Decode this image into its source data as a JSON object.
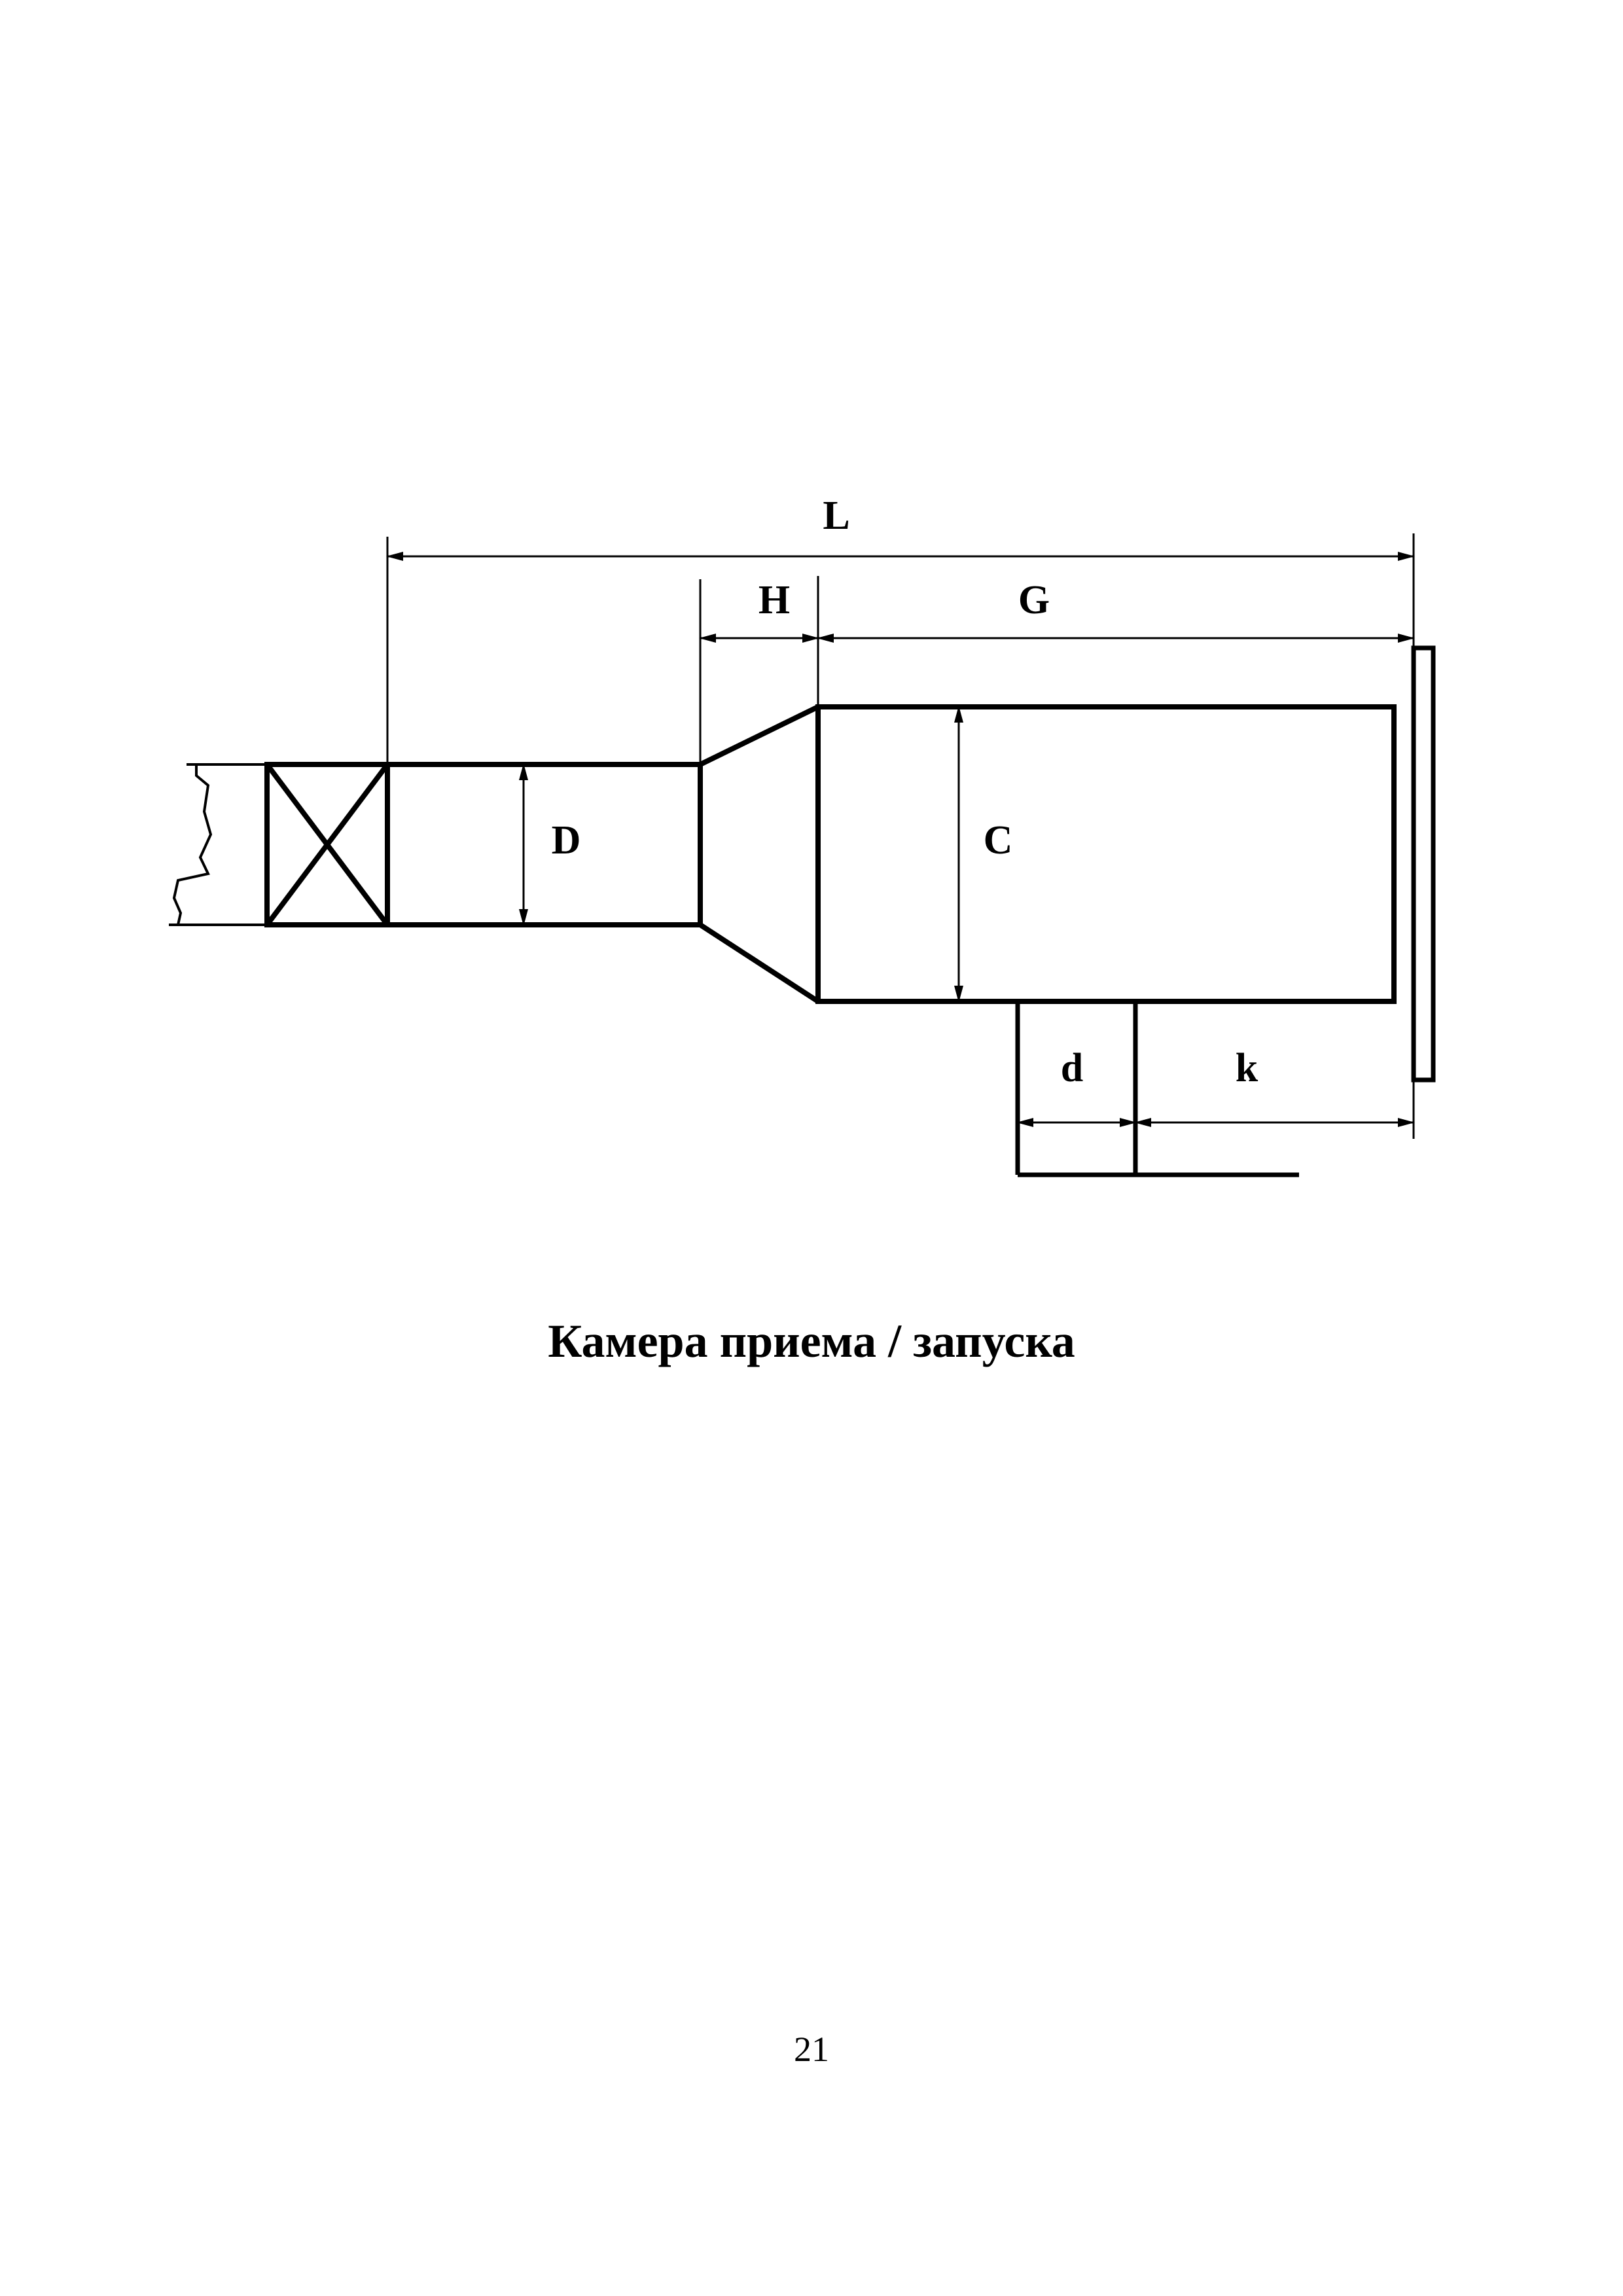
{
  "diagram": {
    "labels": {
      "L": "L",
      "H": "H",
      "G": "G",
      "D": "D",
      "C": "C",
      "d": "d",
      "k": "k"
    }
  },
  "caption": "Камера приема / запуска",
  "page_number": "21"
}
